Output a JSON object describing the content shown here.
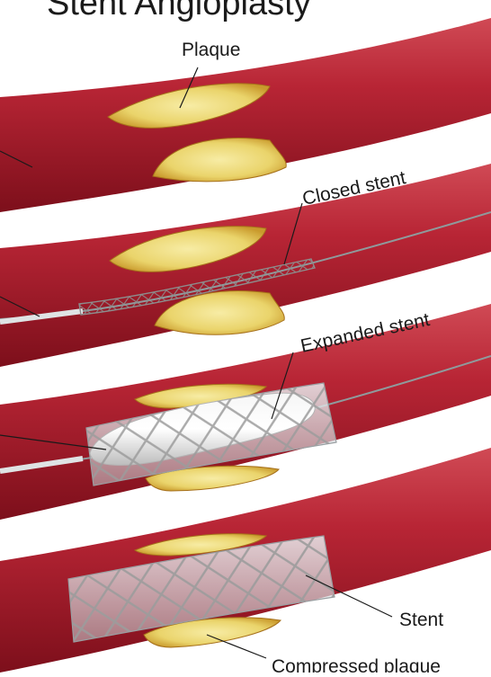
{
  "title": "Stent Angioplasty",
  "labels": {
    "plaque": "Plaque",
    "closed_stent": "Closed stent",
    "expanded_stent": "Expanded stent",
    "stent": "Stent",
    "compressed_plaque": "Compressed plaque"
  },
  "colors": {
    "vessel_dark": "#8e1420",
    "vessel_mid": "#b82535",
    "vessel_light": "#d04a55",
    "lumen": "#ffffff",
    "plaque_core": "#f0e08a",
    "plaque_edge": "#c99a2c",
    "stent_wire": "#a8a8a8",
    "balloon": "#e8e8e8"
  }
}
